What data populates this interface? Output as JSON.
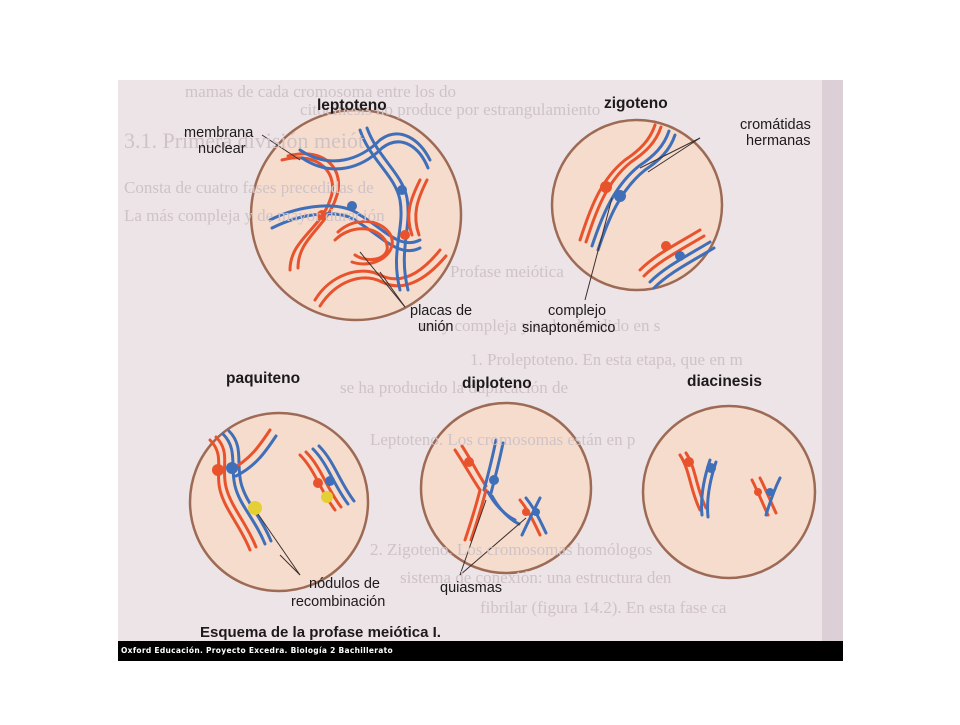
{
  "stages": {
    "leptoteno": "leptoteno",
    "zigoteno": "zigoteno",
    "paquiteno": "paquiteno",
    "diploteno": "diploteno",
    "diacinesis": "diacinesis"
  },
  "labels": {
    "membrana_1": "membrana",
    "membrana_2": "nuclear",
    "placas_1": "placas de",
    "placas_2": "unión",
    "cromatidas_1": "cromátidas",
    "cromatidas_2": "hermanas",
    "complejo_1": "complejo",
    "complejo_2": "sinaptonémico",
    "nodulos_1": "nódulos de",
    "nodulos_2": "recombinación",
    "quiasmas": "quiasmas"
  },
  "caption": "Esquema de la profase meiótica I.",
  "credit": "Oxford Educación. Proyecto Excedra. Biología 2 Bachillerato",
  "background_text": {
    "line1": "mamas de cada cromosoma entre los do",
    "line2": "citocinesis no produce por estrangulamiento",
    "line3": "3.1. Primera división meiót",
    "line4": "Consta de cuatro fases precedidas de",
    "line5": "La más compleja y de mayor duración",
    "line6": "Profase meiótica",
    "line7": "muy compleja y se ha dividido en s",
    "line8": "1. Proleptoteno. En esta etapa, que en m",
    "line9": "se ha producido la duplicación de",
    "line10": "Leptoteno. Los cromosomas están en p",
    "line11": "2. Zigoteno. Los cromosomas homólogos",
    "line12": "sistema de conexión: una estructura den",
    "line13": "fibrilar (figura 14.2). En esta fase ca"
  },
  "colors": {
    "paper": "#ece4e7",
    "cell_fill": "#f6dccd",
    "cell_border": "#9d6b55",
    "red_chromatid": "#e8532d",
    "blue_chromatid": "#3f6fb8",
    "yellow_nodule": "#e4cf35",
    "credit_band": "#000000"
  }
}
